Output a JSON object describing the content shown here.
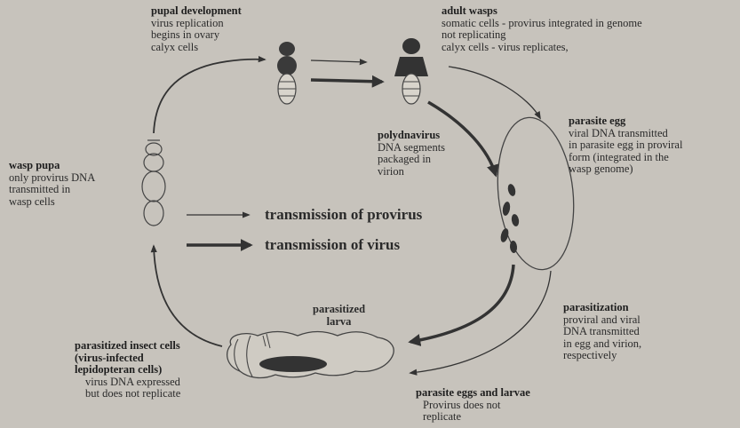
{
  "pupal_development": {
    "title": "pupal development",
    "lines": [
      "virus replication",
      "begins in ovary",
      "calyx cells"
    ]
  },
  "adult_wasps": {
    "title": "adult wasps",
    "lines": [
      "somatic cells - provirus integrated in genome",
      "not replicating",
      "calyx cells - virus replicates,"
    ]
  },
  "parasite_egg": {
    "title": "parasite egg",
    "lines": [
      "viral DNA transmitted",
      "in parasite egg in proviral",
      "form (integrated in the",
      "wasp genome)"
    ]
  },
  "polydnavirus": {
    "title": "polydnavirus",
    "lines": [
      "DNA segments",
      "packaged in",
      "virion"
    ]
  },
  "wasp_pupa": {
    "title": "wasp pupa",
    "lines": [
      "only provirus DNA",
      "transmitted in",
      "wasp cells"
    ]
  },
  "legend": {
    "provirus": "transmission of provirus",
    "virus": "transmission of virus"
  },
  "parasitized_larva": {
    "lines": [
      "parasitized",
      "larva"
    ]
  },
  "parasitization": {
    "title": "parasitization",
    "lines": [
      "proviral and viral",
      "DNA transmitted",
      "in egg and virion,",
      "respectively"
    ]
  },
  "parasitized_cells": {
    "title_lines": [
      "parasitized insect cells",
      "(virus-infected",
      "lepidopteran cells)"
    ],
    "lines": [
      "virus DNA expressed",
      "but does not replicate"
    ]
  },
  "eggs_larvae": {
    "title": "parasite eggs and larvae",
    "lines": [
      "Provirus does not",
      "replicate"
    ]
  },
  "colors": {
    "background": "#c7c3bc",
    "ink": "#2a2a2a",
    "virion": "#333333"
  }
}
